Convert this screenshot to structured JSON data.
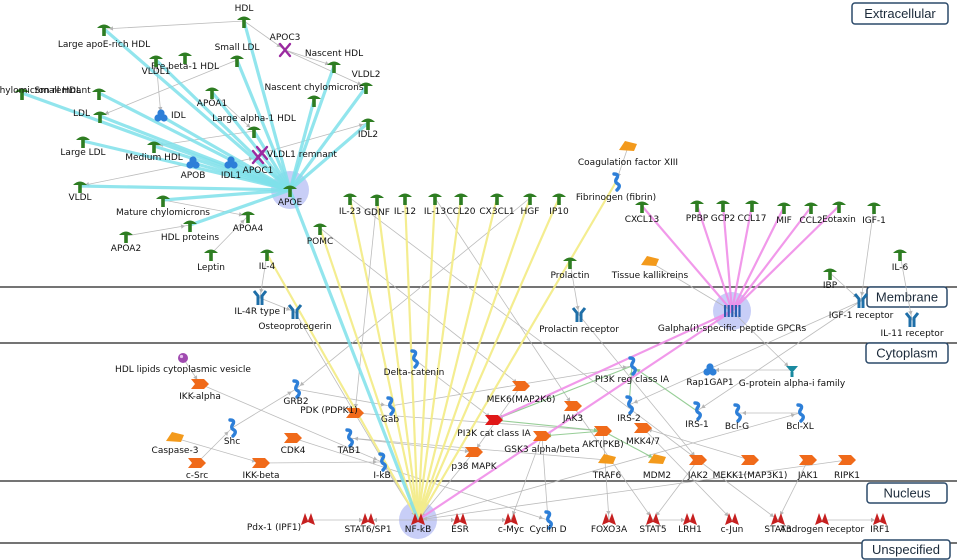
{
  "colors": {
    "apoe_edge": "#7fe0ea",
    "cytokine_edge": "#f3ec8a",
    "chemokine_edge": "#f08ee8",
    "thin_edge": "#b5b5b5",
    "green_edge": "#8cc98c",
    "hub_halo": "#9aa6f0",
    "divider": "#222222",
    "region_border": "#2c4a6a",
    "ligand_green": "#2e7d22",
    "blue_node": "#2d7fd8",
    "orange_kinase": "#f06a1a",
    "red_tf": "#c62020",
    "purple": "#9b2aa0"
  },
  "regions": [
    {
      "id": "extracellular",
      "label": "Extracellular"
    },
    {
      "id": "membrane",
      "label": "Membrane"
    },
    {
      "id": "cytoplasm",
      "label": "Cytoplasm"
    },
    {
      "id": "nucleus",
      "label": "Nucleus"
    },
    {
      "id": "unspecified",
      "label": "Unspecified"
    }
  ],
  "nodes": [
    {
      "id": "hdl",
      "label": "HDL",
      "shape": "ligand"
    },
    {
      "id": "large_apoe_hdl",
      "label": "Large apoE-rich HDL",
      "shape": "ligand"
    },
    {
      "id": "pre_beta1_hdl",
      "label": "Pre beta-1 HDL",
      "shape": "ligand"
    },
    {
      "id": "small_ldl",
      "label": "Small LDL",
      "shape": "ligand"
    },
    {
      "id": "vldl1",
      "label": "VLDL1",
      "shape": "ligand"
    },
    {
      "id": "apoc3",
      "label": "APOC3",
      "shape": "x"
    },
    {
      "id": "nascent_hdl",
      "label": "Nascent HDL",
      "shape": "ligand"
    },
    {
      "id": "chylo_remnant",
      "label": "Chylomicron remnant",
      "shape": "ligand"
    },
    {
      "id": "small_hdl",
      "label": "Small HDL",
      "shape": "ligand"
    },
    {
      "id": "apoa1",
      "label": "APOA1",
      "shape": "ligand"
    },
    {
      "id": "vldl2",
      "label": "VLDL2",
      "shape": "ligand"
    },
    {
      "id": "ldl",
      "label": "LDL",
      "shape": "ligand"
    },
    {
      "id": "idl",
      "label": "IDL",
      "shape": "complex"
    },
    {
      "id": "nascent_chylo",
      "label": "Nascent chylomicrons",
      "shape": "ligand"
    },
    {
      "id": "idl2",
      "label": "IDL2",
      "shape": "ligand"
    },
    {
      "id": "large_alpha1_hdl",
      "label": "Large alpha-1 HDL",
      "shape": "ligand"
    },
    {
      "id": "large_ldl",
      "label": "Large LDL",
      "shape": "ligand"
    },
    {
      "id": "medium_hdl",
      "label": "Medium HDL",
      "shape": "ligand"
    },
    {
      "id": "vldl1_remnant",
      "label": "VLDL1 remnant",
      "shape": "x"
    },
    {
      "id": "apob",
      "label": "APOB",
      "shape": "complex"
    },
    {
      "id": "idl1",
      "label": "IDL1",
      "shape": "complex"
    },
    {
      "id": "apoc1",
      "label": "APOC1",
      "shape": "x"
    },
    {
      "id": "coag13",
      "label": "Coagulation factor XIII",
      "shape": "enzyme"
    },
    {
      "id": "vldl",
      "label": "VLDL",
      "shape": "ligand"
    },
    {
      "id": "apoe",
      "label": "APOE",
      "shape": "ligand",
      "hub": true
    },
    {
      "id": "fibrinogen",
      "label": "Fibrinogen (fibrin)",
      "shape": "protein"
    },
    {
      "id": "mature_chylo",
      "label": "Mature chylomicrons",
      "shape": "ligand"
    },
    {
      "id": "il23",
      "label": "IL-23",
      "shape": "ligand"
    },
    {
      "id": "gdnf",
      "label": "GDNF",
      "shape": "ligand"
    },
    {
      "id": "il12",
      "label": "IL-12",
      "shape": "ligand"
    },
    {
      "id": "il13",
      "label": "IL-13",
      "shape": "ligand"
    },
    {
      "id": "ccl20",
      "label": "CCL20",
      "shape": "ligand"
    },
    {
      "id": "cx3cl1",
      "label": "CX3CL1",
      "shape": "ligand"
    },
    {
      "id": "hgf",
      "label": "HGF",
      "shape": "ligand"
    },
    {
      "id": "ip10",
      "label": "IP10",
      "shape": "ligand"
    },
    {
      "id": "cxcl13",
      "label": "CXCL13",
      "shape": "ligand"
    },
    {
      "id": "ppbp",
      "label": "PPBP",
      "shape": "ligand"
    },
    {
      "id": "gcp2",
      "label": "GCP2",
      "shape": "ligand"
    },
    {
      "id": "ccl17",
      "label": "CCL17",
      "shape": "ligand"
    },
    {
      "id": "mif",
      "label": "MIF",
      "shape": "ligand"
    },
    {
      "id": "ccl2",
      "label": "CCL2",
      "shape": "ligand"
    },
    {
      "id": "eotaxin",
      "label": "Eotaxin",
      "shape": "ligand"
    },
    {
      "id": "igf1",
      "label": "IGF-1",
      "shape": "ligand"
    },
    {
      "id": "apoa2",
      "label": "APOA2",
      "shape": "ligand"
    },
    {
      "id": "hdl_proteins",
      "label": "HDL proteins",
      "shape": "ligand"
    },
    {
      "id": "apoa4",
      "label": "APOA4",
      "shape": "ligand"
    },
    {
      "id": "pomc",
      "label": "POMC",
      "shape": "ligand"
    },
    {
      "id": "leptin",
      "label": "Leptin",
      "shape": "ligand"
    },
    {
      "id": "il4",
      "label": "IL-4",
      "shape": "ligand"
    },
    {
      "id": "prolactin",
      "label": "Prolactin",
      "shape": "ligand"
    },
    {
      "id": "tissue_kall",
      "label": "Tissue kallikreins",
      "shape": "enzyme"
    },
    {
      "id": "ibp",
      "label": "IBP",
      "shape": "ligand"
    },
    {
      "id": "il6",
      "label": "IL-6",
      "shape": "ligand"
    },
    {
      "id": "il4r",
      "label": "IL-4R type I",
      "shape": "receptor"
    },
    {
      "id": "osteoprot",
      "label": "Osteoprotegerin",
      "shape": "receptor"
    },
    {
      "id": "prl_receptor",
      "label": "Prolactin receptor",
      "shape": "receptor"
    },
    {
      "id": "gpcr",
      "label": "Galpha(i)-specific peptide GPCRs",
      "shape": "gpcr",
      "hub": true
    },
    {
      "id": "igf1_receptor",
      "label": "IGF-1 receptor",
      "shape": "receptor"
    },
    {
      "id": "il11_receptor",
      "label": "IL-11 receptor",
      "shape": "receptor"
    },
    {
      "id": "hdl_vesicle",
      "label": "HDL lipids cytoplasmic vesicle",
      "shape": "vesicle"
    },
    {
      "id": "delta_catenin",
      "label": "Delta-catenin",
      "shape": "protein"
    },
    {
      "id": "pi3k_reg",
      "label": "PI3K reg class IA",
      "shape": "protein"
    },
    {
      "id": "rap1gap1",
      "label": "Rap1GAP1",
      "shape": "complex"
    },
    {
      "id": "gprot_alpha_i",
      "label": "G-protein alpha-i family",
      "shape": "gprot"
    },
    {
      "id": "ikk_alpha",
      "label": "IKK-alpha",
      "shape": "kinase"
    },
    {
      "id": "grb2",
      "label": "GRB2",
      "shape": "protein"
    },
    {
      "id": "mek6",
      "label": "MEK6(MAP2K6)",
      "shape": "kinase"
    },
    {
      "id": "jak3",
      "label": "JAK3",
      "shape": "kinase"
    },
    {
      "id": "irs2",
      "label": "IRS-2",
      "shape": "protein"
    },
    {
      "id": "pdk",
      "label": "PDK (PDPK1)",
      "shape": "kinase"
    },
    {
      "id": "gab",
      "label": "Gab",
      "shape": "protein"
    },
    {
      "id": "pi3k_cat",
      "label": "PI3K cat class IA",
      "shape": "kinase_red"
    },
    {
      "id": "irs1",
      "label": "IRS-1",
      "shape": "protein"
    },
    {
      "id": "bclg",
      "label": "Bcl-G",
      "shape": "protein"
    },
    {
      "id": "bclxl",
      "label": "Bcl-XL",
      "shape": "protein"
    },
    {
      "id": "caspase3",
      "label": "Caspase-3",
      "shape": "enzyme"
    },
    {
      "id": "shc",
      "label": "Shc",
      "shape": "protein"
    },
    {
      "id": "gsk3",
      "label": "GSK3 alpha/beta",
      "shape": "kinase"
    },
    {
      "id": "aktpkb",
      "label": "AKT(PKB)",
      "shape": "kinase"
    },
    {
      "id": "mkk47",
      "label": "MKK4/7",
      "shape": "kinase"
    },
    {
      "id": "cdk4",
      "label": "CDK4",
      "shape": "kinase"
    },
    {
      "id": "tab1",
      "label": "TAB1",
      "shape": "protein"
    },
    {
      "id": "p38",
      "label": "p38 MAPK",
      "shape": "kinase"
    },
    {
      "id": "traf6",
      "label": "TRAF6",
      "shape": "enzyme"
    },
    {
      "id": "mdm2",
      "label": "MDM2",
      "shape": "enzyme"
    },
    {
      "id": "jak2",
      "label": "JAK2",
      "shape": "kinase"
    },
    {
      "id": "mekk1",
      "label": "MEKK1(MAP3K1)",
      "shape": "kinase"
    },
    {
      "id": "jak1",
      "label": "JAK1",
      "shape": "kinase"
    },
    {
      "id": "ripk1",
      "label": "RIPK1",
      "shape": "kinase"
    },
    {
      "id": "csrc",
      "label": "c-Src",
      "shape": "kinase"
    },
    {
      "id": "ikk_beta",
      "label": "IKK-beta",
      "shape": "kinase"
    },
    {
      "id": "ikb",
      "label": "I-kB",
      "shape": "protein"
    },
    {
      "id": "pdx1",
      "label": "Pdx-1 (IPF1)",
      "shape": "tf"
    },
    {
      "id": "stat6",
      "label": "STAT6/SP1",
      "shape": "tf"
    },
    {
      "id": "nfkb",
      "label": "NF-kB",
      "shape": "tf",
      "hub": true
    },
    {
      "id": "esr",
      "label": "ESR",
      "shape": "tf"
    },
    {
      "id": "cmyc",
      "label": "c-Myc",
      "shape": "tf"
    },
    {
      "id": "cyclind",
      "label": "Cyclin D",
      "shape": "protein"
    },
    {
      "id": "foxo3a",
      "label": "FOXO3A",
      "shape": "tf"
    },
    {
      "id": "stat5",
      "label": "STAT5",
      "shape": "tf"
    },
    {
      "id": "lrh1",
      "label": "LRH1",
      "shape": "tf"
    },
    {
      "id": "cjun",
      "label": "c-Jun",
      "shape": "tf"
    },
    {
      "id": "stat3",
      "label": "STAT3",
      "shape": "tf"
    },
    {
      "id": "androgen_r",
      "label": "Androgen receptor",
      "shape": "tf"
    },
    {
      "id": "irf1",
      "label": "IRF1",
      "shape": "tf"
    }
  ],
  "edges": [
    {
      "from": "apoe",
      "to": "hdl",
      "kind": "apoe"
    },
    {
      "from": "apoe",
      "to": "large_apoe_hdl",
      "kind": "apoe"
    },
    {
      "from": "apoe",
      "to": "vldl1",
      "kind": "apoe"
    },
    {
      "from": "apoe",
      "to": "small_ldl",
      "kind": "apoe"
    },
    {
      "from": "apoe",
      "to": "chylo_remnant",
      "kind": "apoe"
    },
    {
      "from": "apoe",
      "to": "small_hdl",
      "kind": "apoe"
    },
    {
      "from": "apoe",
      "to": "apoa1",
      "kind": "apoe"
    },
    {
      "from": "apoe",
      "to": "ldl",
      "kind": "apoe"
    },
    {
      "from": "apoe",
      "to": "idl",
      "kind": "apoe"
    },
    {
      "from": "apoe",
      "to": "large_ldl",
      "kind": "apoe"
    },
    {
      "from": "apoe",
      "to": "medium_hdl",
      "kind": "apoe"
    },
    {
      "from": "apoe",
      "to": "vldl",
      "kind": "apoe"
    },
    {
      "from": "apoe",
      "to": "mature_chylo",
      "kind": "apoe"
    },
    {
      "from": "apoe",
      "to": "hdl_proteins",
      "kind": "apoe"
    },
    {
      "from": "apoe",
      "to": "apob",
      "kind": "apoe"
    },
    {
      "from": "apoe",
      "to": "idl1",
      "kind": "apoe"
    },
    {
      "from": "apoe",
      "to": "vldl2",
      "kind": "apoe"
    },
    {
      "from": "apoe",
      "to": "idl2",
      "kind": "apoe"
    },
    {
      "from": "apoe",
      "to": "nascent_hdl",
      "kind": "apoe"
    },
    {
      "from": "apoe",
      "to": "nascent_chylo",
      "kind": "apoe"
    },
    {
      "from": "apoe",
      "to": "large_alpha1_hdl",
      "kind": "apoe"
    },
    {
      "from": "apoe",
      "to": "nfkb",
      "kind": "apoe"
    },
    {
      "from": "il23",
      "to": "nfkb",
      "kind": "cytokine"
    },
    {
      "from": "gdnf",
      "to": "nfkb",
      "kind": "cytokine"
    },
    {
      "from": "il12",
      "to": "nfkb",
      "kind": "cytokine"
    },
    {
      "from": "il13",
      "to": "nfkb",
      "kind": "cytokine"
    },
    {
      "from": "ccl20",
      "to": "nfkb",
      "kind": "cytokine"
    },
    {
      "from": "cx3cl1",
      "to": "nfkb",
      "kind": "cytokine"
    },
    {
      "from": "hgf",
      "to": "nfkb",
      "kind": "cytokine"
    },
    {
      "from": "ip10",
      "to": "nfkb",
      "kind": "cytokine"
    },
    {
      "from": "fibrinogen",
      "to": "nfkb",
      "kind": "cytokine"
    },
    {
      "from": "pomc",
      "to": "nfkb",
      "kind": "cytokine"
    },
    {
      "from": "il4",
      "to": "nfkb",
      "kind": "cytokine"
    },
    {
      "from": "cxcl13",
      "to": "gpcr",
      "kind": "chemokine"
    },
    {
      "from": "ppbp",
      "to": "gpcr",
      "kind": "chemokine"
    },
    {
      "from": "gcp2",
      "to": "gpcr",
      "kind": "chemokine"
    },
    {
      "from": "ccl17",
      "to": "gpcr",
      "kind": "chemokine"
    },
    {
      "from": "mif",
      "to": "gpcr",
      "kind": "chemokine"
    },
    {
      "from": "ccl2",
      "to": "gpcr",
      "kind": "chemokine"
    },
    {
      "from": "eotaxin",
      "to": "gpcr",
      "kind": "chemokine"
    },
    {
      "from": "gpcr",
      "to": "nfkb",
      "kind": "chemokine"
    },
    {
      "from": "gpcr",
      "to": "pi3k_cat",
      "kind": "chemokine"
    },
    {
      "from": "hdl",
      "to": "large_apoe_hdl",
      "kind": "thin"
    },
    {
      "from": "hdl",
      "to": "apoc3",
      "kind": "thin"
    },
    {
      "from": "apoc3",
      "to": "vldl2",
      "kind": "thin"
    },
    {
      "from": "apoc3",
      "to": "nascent_hdl",
      "kind": "thin"
    },
    {
      "from": "small_ldl",
      "to": "ldl",
      "kind": "thin"
    },
    {
      "from": "vldl1",
      "to": "idl",
      "kind": "thin"
    },
    {
      "from": "apoa1",
      "to": "large_alpha1_hdl",
      "kind": "thin"
    },
    {
      "from": "large_alpha1_hdl",
      "to": "medium_hdl",
      "kind": "thin"
    },
    {
      "from": "apob",
      "to": "vldl",
      "kind": "thin"
    },
    {
      "from": "apoc1",
      "to": "vldl1_remnant",
      "kind": "thin"
    },
    {
      "from": "vldl1_remnant",
      "to": "idl2",
      "kind": "thin"
    },
    {
      "from": "idl1",
      "to": "apoc1",
      "kind": "thin"
    },
    {
      "from": "mature_chylo",
      "to": "apoa4",
      "kind": "thin"
    },
    {
      "from": "apoa2",
      "to": "hdl_proteins",
      "kind": "thin"
    },
    {
      "from": "leptin",
      "to": "apoa4",
      "kind": "thin"
    },
    {
      "from": "il4",
      "to": "il4r",
      "kind": "thin"
    },
    {
      "from": "il4r",
      "to": "osteoprot",
      "kind": "thin"
    },
    {
      "from": "prolactin",
      "to": "prl_receptor",
      "kind": "thin"
    },
    {
      "from": "prl_receptor",
      "to": "jak2",
      "kind": "thin"
    },
    {
      "from": "igf1",
      "to": "igf1_receptor",
      "kind": "thin"
    },
    {
      "from": "ibp",
      "to": "igf1_receptor",
      "kind": "thin"
    },
    {
      "from": "il6",
      "to": "il11_receptor",
      "kind": "thin"
    },
    {
      "from": "igf1_receptor",
      "to": "irs1",
      "kind": "thin"
    },
    {
      "from": "igf1_receptor",
      "to": "irs2",
      "kind": "thin"
    },
    {
      "from": "gpcr",
      "to": "gprot_alpha_i",
      "kind": "thin"
    },
    {
      "from": "gprot_alpha_i",
      "to": "rap1gap1",
      "kind": "thin"
    },
    {
      "from": "pi3k_reg",
      "to": "pi3k_cat",
      "kind": "green"
    },
    {
      "from": "irs2",
      "to": "pi3k_reg",
      "kind": "green"
    },
    {
      "from": "irs1",
      "to": "pi3k_reg",
      "kind": "green"
    },
    {
      "from": "pi3k_cat",
      "to": "aktpkb",
      "kind": "green"
    },
    {
      "from": "aktpkb",
      "to": "gsk3",
      "kind": "green"
    },
    {
      "from": "aktpkb",
      "to": "mdm2",
      "kind": "green"
    },
    {
      "from": "aktpkb",
      "to": "foxo3a",
      "kind": "thin"
    },
    {
      "from": "jak3",
      "to": "stat5",
      "kind": "thin"
    },
    {
      "from": "jak2",
      "to": "stat5",
      "kind": "thin"
    },
    {
      "from": "jak1",
      "to": "stat3",
      "kind": "thin"
    },
    {
      "from": "jak2",
      "to": "stat3",
      "kind": "thin"
    },
    {
      "from": "mekk1",
      "to": "mkk47",
      "kind": "thin"
    },
    {
      "from": "mkk47",
      "to": "cjun",
      "kind": "thin"
    },
    {
      "from": "mek6",
      "to": "p38",
      "kind": "thin"
    },
    {
      "from": "p38",
      "to": "nfkb",
      "kind": "thin"
    },
    {
      "from": "tab1",
      "to": "p38",
      "kind": "thin"
    },
    {
      "from": "traf6",
      "to": "tab1",
      "kind": "thin"
    },
    {
      "from": "ikk_alpha",
      "to": "ikb",
      "kind": "thin"
    },
    {
      "from": "ikk_beta",
      "to": "ikb",
      "kind": "thin"
    },
    {
      "from": "ikb",
      "to": "nfkb",
      "kind": "thin"
    },
    {
      "from": "grb2",
      "to": "gab",
      "kind": "thin"
    },
    {
      "from": "shc",
      "to": "grb2",
      "kind": "thin"
    },
    {
      "from": "csrc",
      "to": "shc",
      "kind": "thin"
    },
    {
      "from": "gab",
      "to": "pi3k_reg",
      "kind": "thin"
    },
    {
      "from": "pdk",
      "to": "aktpkb",
      "kind": "thin"
    },
    {
      "from": "cdk4",
      "to": "cyclind",
      "kind": "thin"
    },
    {
      "from": "gsk3",
      "to": "cyclind",
      "kind": "thin"
    },
    {
      "from": "gsk3",
      "to": "cmyc",
      "kind": "thin"
    },
    {
      "from": "ripk1",
      "to": "nfkb",
      "kind": "thin"
    },
    {
      "from": "bclxl",
      "to": "bclg",
      "kind": "thin"
    },
    {
      "from": "nfkb",
      "to": "bclxl",
      "kind": "thin"
    },
    {
      "from": "nfkb",
      "to": "stat6",
      "kind": "thin"
    },
    {
      "from": "nfkb",
      "to": "esr",
      "kind": "thin"
    },
    {
      "from": "esr",
      "to": "cmyc",
      "kind": "thin"
    },
    {
      "from": "stat5",
      "to": "lrh1",
      "kind": "thin"
    },
    {
      "from": "androgen_r",
      "to": "irf1",
      "kind": "thin"
    },
    {
      "from": "il13",
      "to": "jak3",
      "kind": "thin"
    },
    {
      "from": "il23",
      "to": "jak2",
      "kind": "thin"
    },
    {
      "from": "hgf",
      "to": "grb2",
      "kind": "thin"
    },
    {
      "from": "delta_catenin",
      "to": "pi3k_cat",
      "kind": "thin"
    },
    {
      "from": "tissue_kall",
      "to": "gpcr",
      "kind": "thin"
    },
    {
      "from": "coag13",
      "to": "fibrinogen",
      "kind": "thin"
    },
    {
      "from": "caspase3",
      "to": "ikk_beta",
      "kind": "thin"
    },
    {
      "from": "hdl_vesicle",
      "to": "ikk_alpha",
      "kind": "thin"
    },
    {
      "from": "pdx1",
      "to": "stat6",
      "kind": "thin"
    },
    {
      "from": "osteoprot",
      "to": "nfkb",
      "kind": "thin"
    },
    {
      "from": "pomc",
      "to": "mek6",
      "kind": "thin"
    },
    {
      "from": "gdnf",
      "to": "pdk",
      "kind": "thin"
    }
  ]
}
